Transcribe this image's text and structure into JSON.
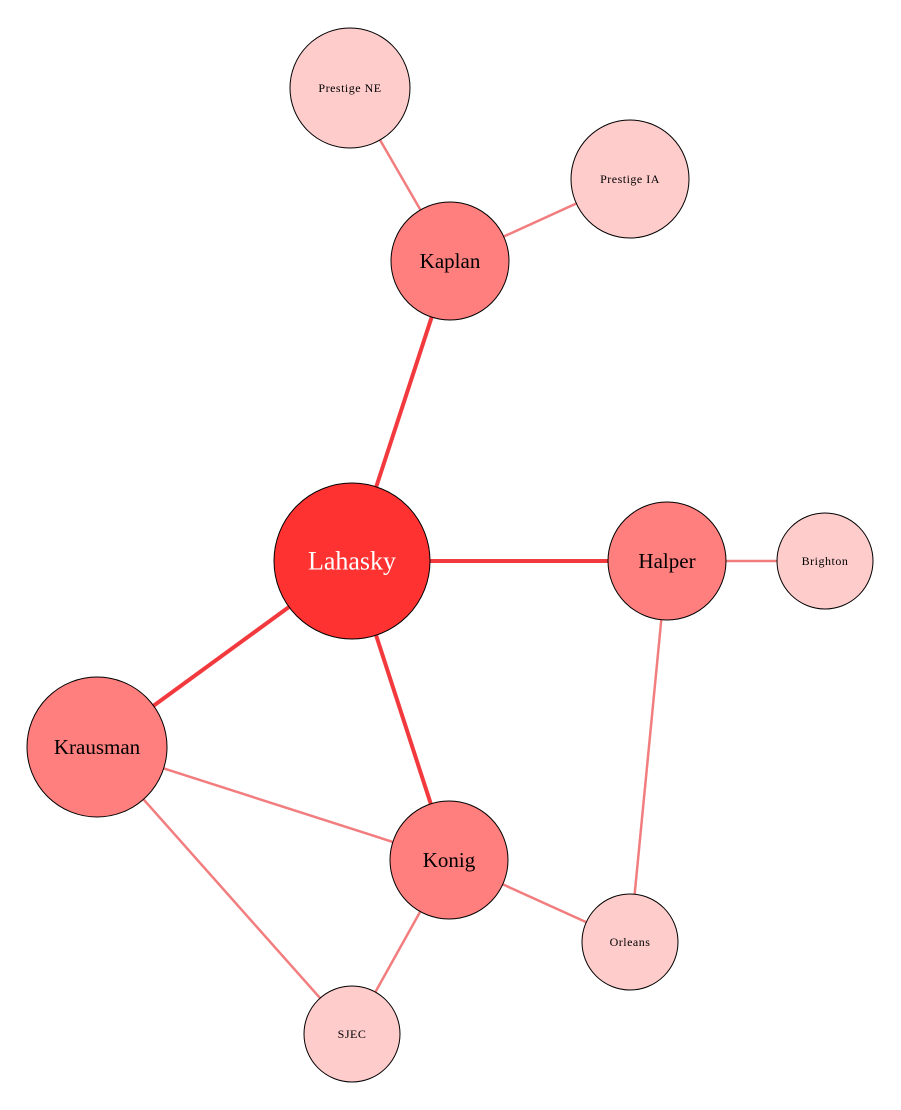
{
  "colors": {
    "center_fill": "#ff3232",
    "mid_fill": "#ff7f7f",
    "outer_fill": "#ffcccc",
    "strong_edge": "#f23a3e",
    "weak_edge": "#f27d7f",
    "outline": "#000000"
  },
  "nodes": [
    {
      "id": "lahasky",
      "label": "Lahasky",
      "level": 0
    },
    {
      "id": "kaplan",
      "label": "Kaplan",
      "level": 1
    },
    {
      "id": "halper",
      "label": "Halper",
      "level": 1
    },
    {
      "id": "krausman",
      "label": "Krausman",
      "level": 1
    },
    {
      "id": "konig",
      "label": "Konig",
      "level": 1
    },
    {
      "id": "prestige-ne",
      "label": "Prestige NE",
      "level": 2
    },
    {
      "id": "prestige-ia",
      "label": "Prestige IA",
      "level": 2
    },
    {
      "id": "brighton",
      "label": "Brighton",
      "level": 2
    },
    {
      "id": "orleans",
      "label": "Orleans",
      "level": 2
    },
    {
      "id": "sjec",
      "label": "SJEC",
      "level": 2
    }
  ],
  "edges": [
    {
      "from": "lahasky",
      "to": "kaplan",
      "strength": "strong"
    },
    {
      "from": "lahasky",
      "to": "halper",
      "strength": "strong"
    },
    {
      "from": "lahasky",
      "to": "krausman",
      "strength": "strong"
    },
    {
      "from": "lahasky",
      "to": "konig",
      "strength": "strong"
    },
    {
      "from": "kaplan",
      "to": "prestige-ne",
      "strength": "weak"
    },
    {
      "from": "kaplan",
      "to": "prestige-ia",
      "strength": "weak"
    },
    {
      "from": "halper",
      "to": "brighton",
      "strength": "weak"
    },
    {
      "from": "halper",
      "to": "orleans",
      "strength": "weak"
    },
    {
      "from": "krausman",
      "to": "konig",
      "strength": "weak"
    },
    {
      "from": "krausman",
      "to": "sjec",
      "strength": "weak"
    },
    {
      "from": "konig",
      "to": "orleans",
      "strength": "weak"
    },
    {
      "from": "konig",
      "to": "sjec",
      "strength": "weak"
    }
  ]
}
